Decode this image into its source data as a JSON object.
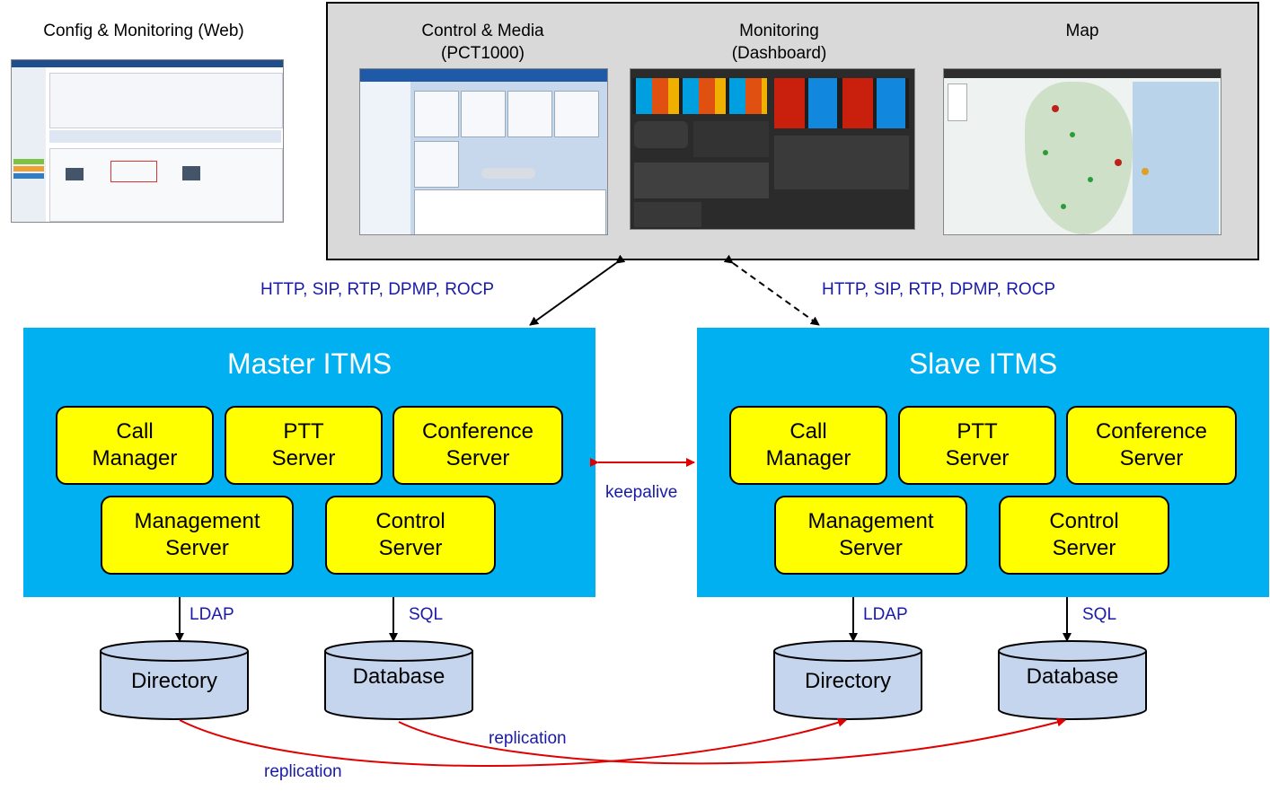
{
  "top_labels": {
    "web": "Config & Monitoring (Web)",
    "control_media": "Control & Media\n(PCT1000)",
    "monitoring": "Monitoring\n(Dashboard)",
    "map": "Map"
  },
  "protocols": {
    "left": "HTTP, SIP, RTP, DPMP, ROCP",
    "right": "HTTP, SIP, RTP, DPMP, ROCP"
  },
  "master": {
    "title": "Master ITMS",
    "boxes": [
      "Call\nManager",
      "PTT\nServer",
      "Conference\nServer",
      "Management\nServer",
      "Control\nServer"
    ]
  },
  "slave": {
    "title": "Slave ITMS",
    "boxes": [
      "Call\nManager",
      "PTT\nServer",
      "Conference\nServer",
      "Management\nServer",
      "Control\nServer"
    ]
  },
  "keepalive": "keepalive",
  "links": {
    "ldap": "LDAP",
    "sql": "SQL"
  },
  "stores": {
    "directory": "Directory",
    "database": "Database"
  },
  "replication": "replication",
  "colors": {
    "itms_blue": "#00b0f0",
    "box_yellow": "#ffff00",
    "db_fill": "#c5d5ee",
    "protocol_text": "#1a1aa8",
    "replication_arrow": "#e00000",
    "panel_gray": "#d9d9d9"
  }
}
